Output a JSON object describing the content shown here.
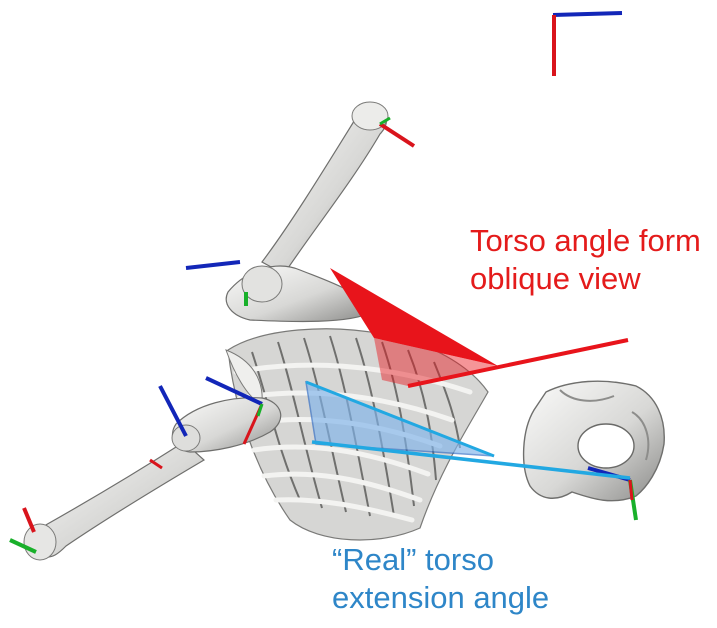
{
  "annotations": {
    "oblique": {
      "line1": "Torso angle form",
      "line2": "oblique view",
      "color": "#e41b1b"
    },
    "real": {
      "line1": "“Real” torso",
      "line2": "extension angle",
      "color": "#2e86c8"
    }
  },
  "colors": {
    "bone": "#e6e6e4",
    "bone_shadow": "#7e7e7e",
    "axis_red": "#d9141c",
    "axis_blue": "#1226b8",
    "axis_green": "#19b02a",
    "wedge_red": "#e8141b",
    "wedge_blue": "#7fb3ea",
    "line_blue": "#22a8e2"
  }
}
